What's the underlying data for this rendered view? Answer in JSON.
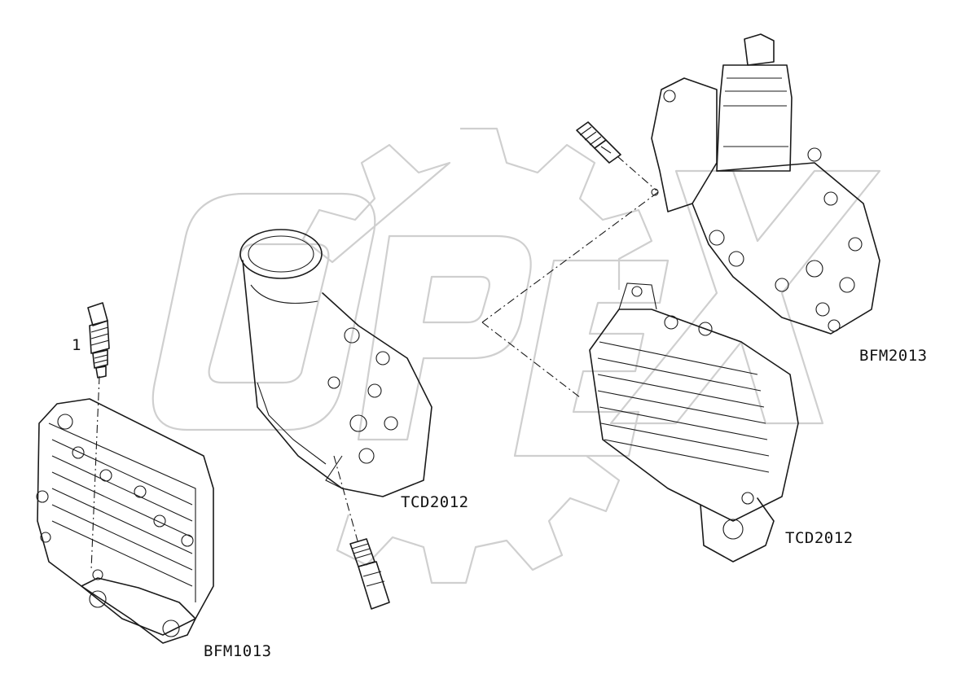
{
  "callouts": {
    "item_1": "1"
  },
  "engine_labels": {
    "bfm1013": "BFM1013",
    "tcd2012_center": "TCD2012",
    "tcd2012_right": "TCD2012",
    "bfm2013": "BFM2013"
  },
  "watermark": {
    "text": "OPEX"
  }
}
